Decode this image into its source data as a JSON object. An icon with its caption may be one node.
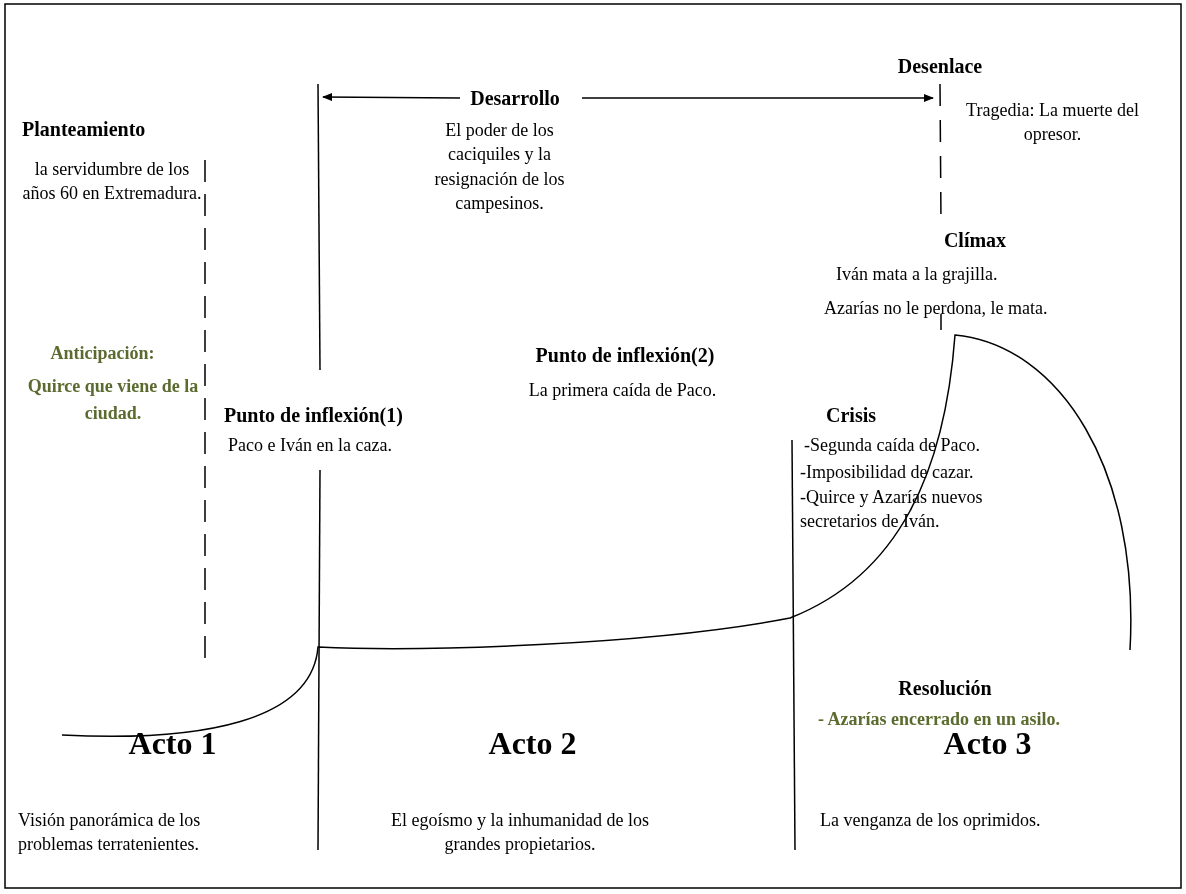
{
  "diagram": {
    "labels": [
      "Desenlace",
      "Desarrollo",
      "Tragedia: La muerte del opresor.",
      "Planteamiento",
      "El poder de  los caciquiles y la resignación de los campesinos.",
      "la servidumbre de los años 60 en Extremadura.",
      "Clímax",
      "Iván mata a la grajilla.",
      "Azarías no le perdona, le mata.",
      "Anticipación:",
      "Punto de inflexión(2)",
      "Quirce que viene de la ciudad.",
      "La primera caída de Paco.",
      "Punto de inflexión(1)",
      "Crisis",
      "Paco e Iván en la caza.",
      "-Segunda caída de Paco.",
      "-Imposibilidad de cazar.",
      "-Quirce y Azarías nuevos secretarios de Iván.",
      "Resolución",
      "- Azarías encerrado en un asilo.",
      "Acto 1",
      "Acto 2",
      "Acto 3",
      "Visión panorámica de los problemas terratenientes.",
      "El egoísmo y la inhumanidad de los grandes propietarios.",
      "La venganza de los oprimidos."
    ]
  }
}
